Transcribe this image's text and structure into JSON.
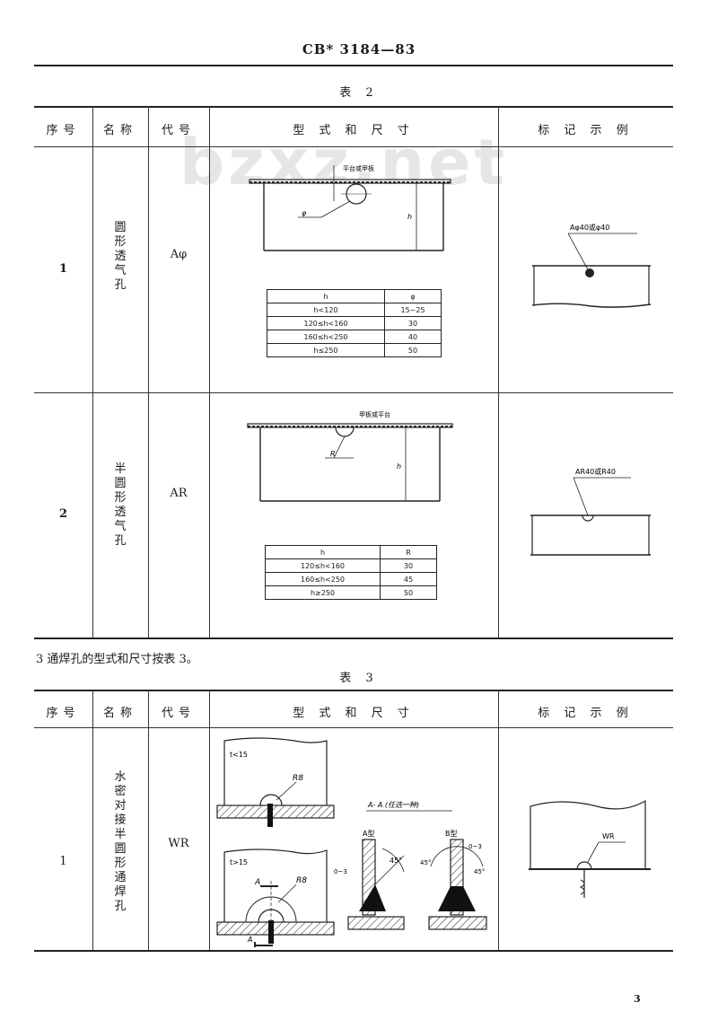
{
  "header": {
    "doc_code": "CB* 3184—83"
  },
  "watermark": "bzxz.net",
  "table2": {
    "caption": "表 2",
    "headers": {
      "no": "序号",
      "name": "名称",
      "code": "代号",
      "form": "型 式 和 尺 寸",
      "mark": "标 记 示 例"
    },
    "rows": [
      {
        "no": "1",
        "name": "圆形透气孔",
        "code": "Aφ",
        "drawing_labels": {
          "platform": "平台或甲板",
          "phi": "φ",
          "h": "h",
          "mark": "Aφ40或φ40"
        },
        "size_table": {
          "headers": [
            "h",
            "φ"
          ],
          "rows": [
            [
              "h<120",
              "15~25"
            ],
            [
              "120≤h<160",
              "30"
            ],
            [
              "160≤h<250",
              "40"
            ],
            [
              "h≤250",
              "50"
            ]
          ]
        }
      },
      {
        "no": "2",
        "name": "半圆形透气孔",
        "code": "AR",
        "drawing_labels": {
          "platform": "甲板或平台",
          "R": "R",
          "h": "h",
          "mark": "AR40或R40"
        },
        "size_table": {
          "headers": [
            "h",
            "R"
          ],
          "rows": [
            [
              "120≤h<160",
              "30"
            ],
            [
              "160≤h<250",
              "45"
            ],
            [
              "h≥250",
              "50"
            ]
          ]
        }
      }
    ]
  },
  "para": "3  通焊孔的型式和尺寸按表 3。",
  "table3": {
    "caption": "表 3",
    "headers": {
      "no": "序号",
      "name": "名称",
      "code": "代号",
      "form": "型 式 和 尺 寸",
      "mark": "标 记 示 例"
    },
    "rows": [
      {
        "no": "1",
        "name": "水密对接半圆形通焊孔",
        "code": "WR",
        "drawing_labels": {
          "t_small": "t<15",
          "t_large": "t>15",
          "R8_a": "R8",
          "R8_b": "R8",
          "section": "A- A (任选一种)",
          "typeA": "A型",
          "typeB": "B型",
          "gapA": "0~3",
          "gapB": "0~3",
          "angleA": "45°",
          "angleB1": "45°",
          "angleB2": "45°",
          "A_top": "A",
          "A_bottom": "A",
          "mark": "WR"
        }
      }
    ]
  },
  "page_number": "3"
}
